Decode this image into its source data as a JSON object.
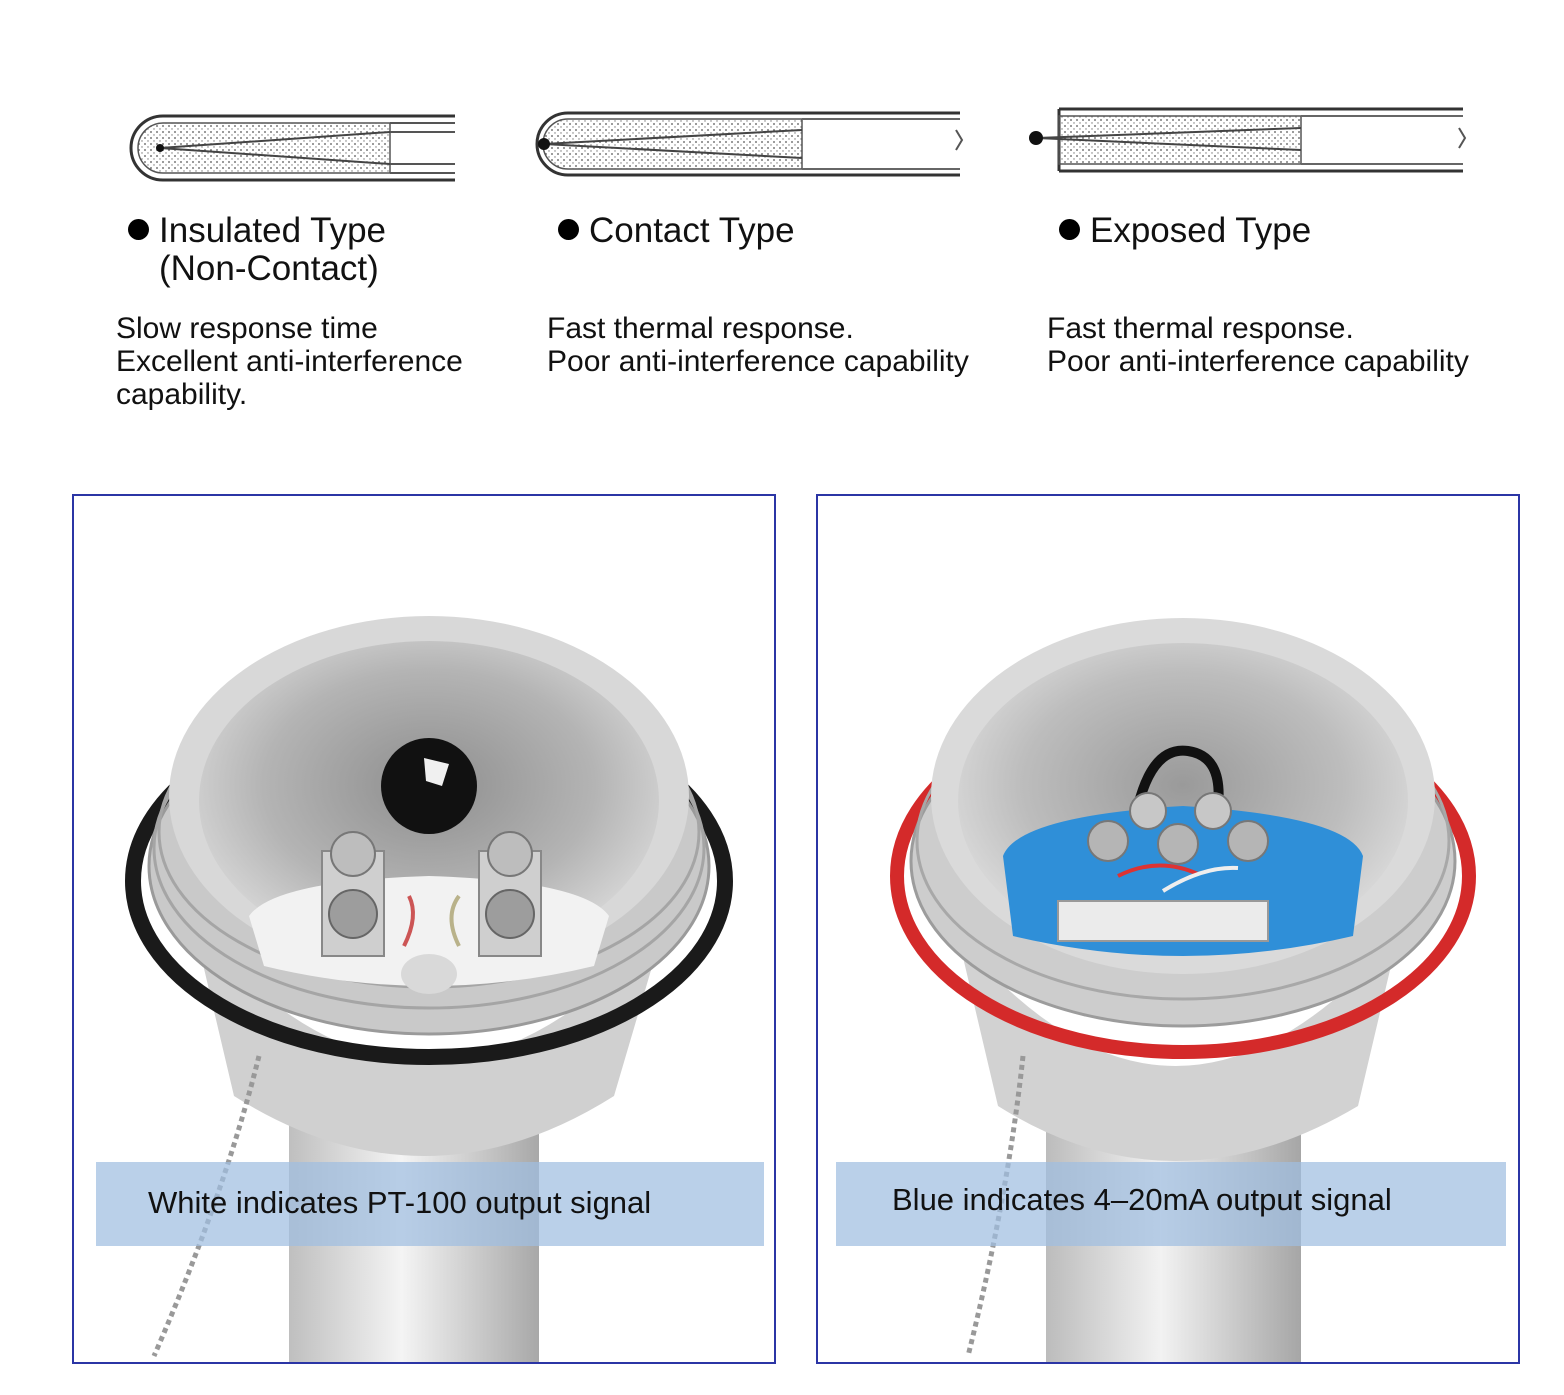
{
  "probe_types": [
    {
      "title": "Insulated Type",
      "subtitle": "(Non-Contact)",
      "description": [
        "Slow response time",
        "Excellent anti-interference",
        "capability."
      ]
    },
    {
      "title": "Contact Type",
      "subtitle": "",
      "description": [
        "Fast thermal response.",
        "Poor anti-interference capability"
      ]
    },
    {
      "title": "Exposed Type",
      "subtitle": "",
      "description": [
        "Fast thermal response.",
        "Poor anti-interference capability"
      ]
    }
  ],
  "panels": [
    {
      "caption": "White indicates PT-100 output signal",
      "terminal_block_color": "#f2f2f2",
      "o_ring_color": "#1a1a1a"
    },
    {
      "caption": "Blue indicates 4–20mA output signal",
      "terminal_block_color": "#2f8fd8",
      "o_ring_color": "#d42a2a"
    }
  ],
  "colors": {
    "panel_border": "#2b35a5",
    "caption_bar": "#a0bee1"
  }
}
